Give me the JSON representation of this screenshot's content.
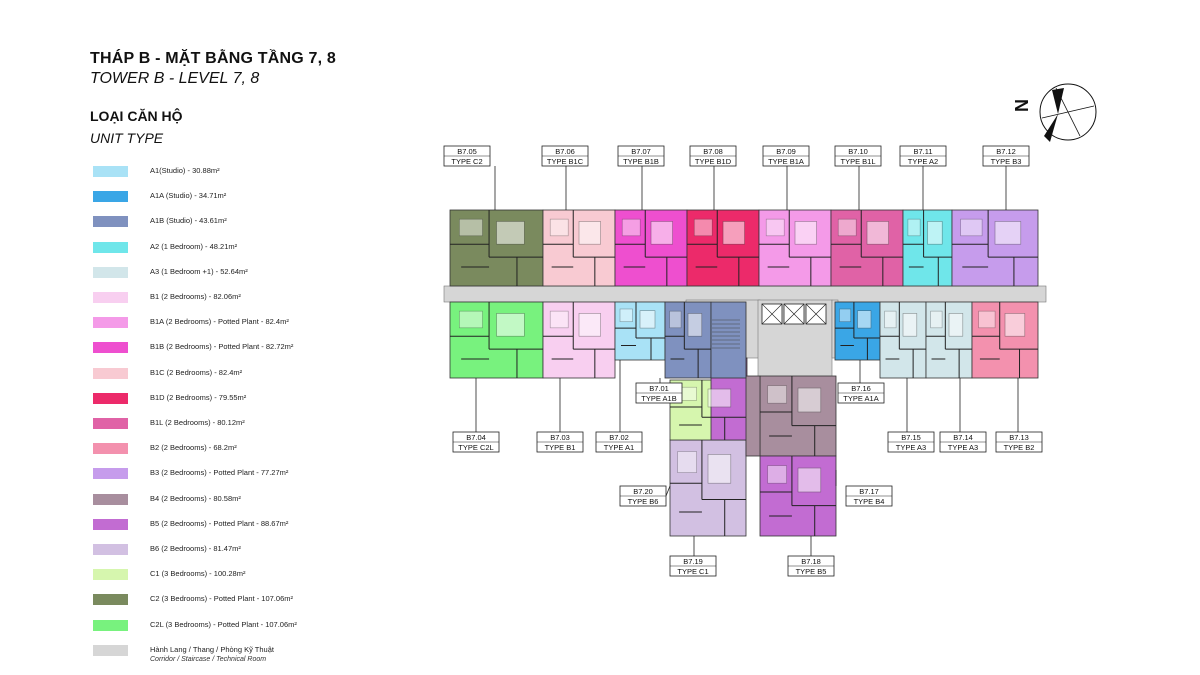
{
  "header": {
    "title_vi": "THÁP B - MẶT BẰNG TẦNG 7, 8",
    "title_en": "TOWER B - LEVEL 7, 8",
    "subtitle_vi": "LOẠI CĂN HỘ",
    "subtitle_en": "UNIT TYPE"
  },
  "compass": {
    "label": "N"
  },
  "legend": [
    {
      "label": "A1(Studio) - 30.88m²",
      "color": "#a9e2f6"
    },
    {
      "label": "A1A (Studio) - 34.71m²",
      "color": "#3aa6e6"
    },
    {
      "label": "A1B (Studio) - 43.61m²",
      "color": "#7f91bf"
    },
    {
      "label": "A2 (1 Bedroom) - 48.21m²",
      "color": "#6fe6ea"
    },
    {
      "label": "A3 (1 Bedroom +1) - 52.64m²",
      "color": "#d2e6ea"
    },
    {
      "label": "B1 (2 Bedrooms) - 82.06m²",
      "color": "#f8cff0"
    },
    {
      "label": "B1A (2 Bedrooms) - Potted Plant - 82.4m²",
      "color": "#f49ae8"
    },
    {
      "label": "B1B (2 Bedrooms) - Potted Plant - 82.72m²",
      "color": "#ee4fcf"
    },
    {
      "label": "B1C (2 Bedrooms) - 82.4m²",
      "color": "#f8cad2"
    },
    {
      "label": "B1D (2 Bedrooms) - 79.55m²",
      "color": "#ec2a6a"
    },
    {
      "label": "B1L (2 Bedrooms) - 80.12m²",
      "color": "#e062a6"
    },
    {
      "label": "B2 (2 Bedrooms) - 68.2m²",
      "color": "#f391ae"
    },
    {
      "label": "B3 (2 Bedrooms) - Potted Plant - 77.27m²",
      "color": "#c69cec"
    },
    {
      "label": "B4 (2 Bedrooms) - 80.58m²",
      "color": "#a88e9e"
    },
    {
      "label": "B5 (2 Bedrooms) - Potted Plant - 88.67m²",
      "color": "#c26cd2"
    },
    {
      "label": "B6 (2 Bedrooms) - 81.47m²",
      "color": "#d2c0e2"
    },
    {
      "label": "C1 (3 Bedrooms) - 100.28m²",
      "color": "#d6f6ae"
    },
    {
      "label": "C2 (3 Bedrooms) - Potted Plant - 107.06m²",
      "color": "#7a8a5e"
    },
    {
      "label": "C2L (3 Bedrooms) - Potted Plant - 107.06m²",
      "color": "#78f27e"
    },
    {
      "label": "Hành Lang / Thang / Phòng Kỹ Thuật",
      "label2": "Corridor / Staircase / Technical Room",
      "color": "#d6d6d6"
    }
  ],
  "units": [
    {
      "code": "B7.05",
      "type": "TYPE C2",
      "color": "#7a8a5e"
    },
    {
      "code": "B7.06",
      "type": "TYPE B1C",
      "color": "#f8cad2"
    },
    {
      "code": "B7.07",
      "type": "TYPE B1B",
      "color": "#ee4fcf"
    },
    {
      "code": "B7.08",
      "type": "TYPE B1D",
      "color": "#ec2a6a"
    },
    {
      "code": "B7.09",
      "type": "TYPE B1A",
      "color": "#f49ae8"
    },
    {
      "code": "B7.10",
      "type": "TYPE B1L",
      "color": "#e062a6"
    },
    {
      "code": "B7.11",
      "type": "TYPE A2",
      "color": "#6fe6ea"
    },
    {
      "code": "B7.12",
      "type": "TYPE B3",
      "color": "#c69cec"
    },
    {
      "code": "B7.04",
      "type": "TYPE C2L",
      "color": "#78f27e"
    },
    {
      "code": "B7.03",
      "type": "TYPE B1",
      "color": "#f8cff0"
    },
    {
      "code": "B7.02",
      "type": "TYPE A1",
      "color": "#a9e2f6"
    },
    {
      "code": "B7.01",
      "type": "TYPE A1B",
      "color": "#7f91bf"
    },
    {
      "code": "B7.16",
      "type": "TYPE A1A",
      "color": "#3aa6e6"
    },
    {
      "code": "B7.15",
      "type": "TYPE A3",
      "color": "#d2e6ea"
    },
    {
      "code": "B7.14",
      "type": "TYPE A3",
      "color": "#d2e6ea"
    },
    {
      "code": "B7.13",
      "type": "TYPE B2",
      "color": "#f391ae"
    },
    {
      "code": "B7.20",
      "type": "TYPE B6",
      "color": "#d2c0e2"
    },
    {
      "code": "B7.17",
      "type": "TYPE B4",
      "color": "#a88e9e"
    },
    {
      "code": "B7.19",
      "type": "TYPE C1",
      "color": "#d6f6ae"
    },
    {
      "code": "B7.18",
      "type": "TYPE B5",
      "color": "#c26cd2"
    }
  ]
}
